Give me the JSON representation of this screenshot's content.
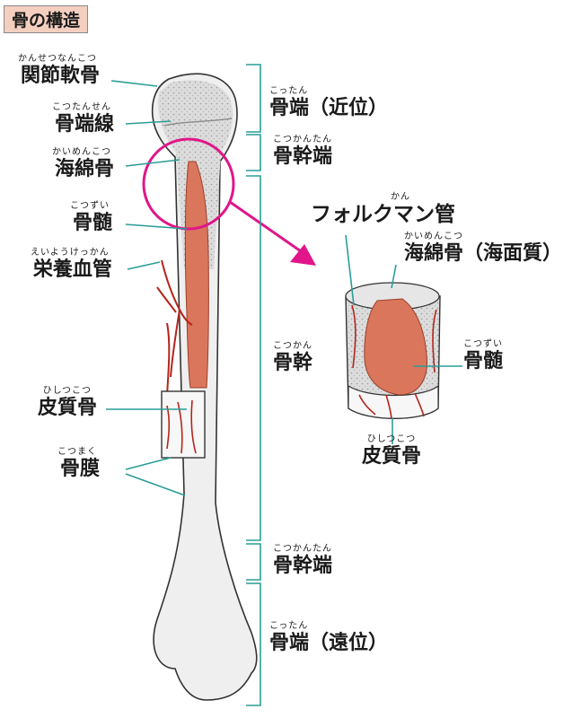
{
  "title": "骨の構造",
  "labels": {
    "articular_cartilage": {
      "ruby": "かんせつなんこつ",
      "text": "関節軟骨"
    },
    "epiphyseal_line": {
      "ruby": "こつたんせん",
      "text": "骨端線"
    },
    "spongy_bone": {
      "ruby": "かいめんこつ",
      "text": "海綿骨"
    },
    "marrow": {
      "ruby": "こつずい",
      "text": "骨髄"
    },
    "nutrient_artery": {
      "ruby": "えいようけっかん",
      "text": "栄養血管"
    },
    "compact_bone": {
      "ruby": "ひしつこつ",
      "text": "皮質骨"
    },
    "periosteum": {
      "ruby": "こつまく",
      "text": "骨膜"
    }
  },
  "regions": {
    "proximal_epiphysis": {
      "ruby": "こったん",
      "text": "骨端（近位）"
    },
    "metaphysis_top": {
      "ruby": "こつかんたん",
      "text": "骨幹端"
    },
    "diaphysis": {
      "ruby": "こつかん",
      "text": "骨幹"
    },
    "metaphysis_bottom": {
      "ruby": "こつかんたん",
      "text": "骨幹端"
    },
    "distal_epiphysis": {
      "ruby": "こったん",
      "text": "骨端（遠位）"
    }
  },
  "detail": {
    "volkmann": {
      "ruby": "かん",
      "text": "フォルクマン管"
    },
    "spongy": {
      "ruby": "かいめんこつ",
      "text": "海綿骨（海面質）"
    },
    "marrow": {
      "ruby": "こつずい",
      "text": "骨髄"
    },
    "compact": {
      "ruby": "ひしつこつ",
      "text": "皮質骨"
    }
  },
  "colors": {
    "leader": "#2a9d97",
    "highlight": "#e0168a",
    "marrow": "#d9765c",
    "vessel": "#b5241b",
    "bone": "#efefef",
    "spongy": "#dcdcdc"
  }
}
